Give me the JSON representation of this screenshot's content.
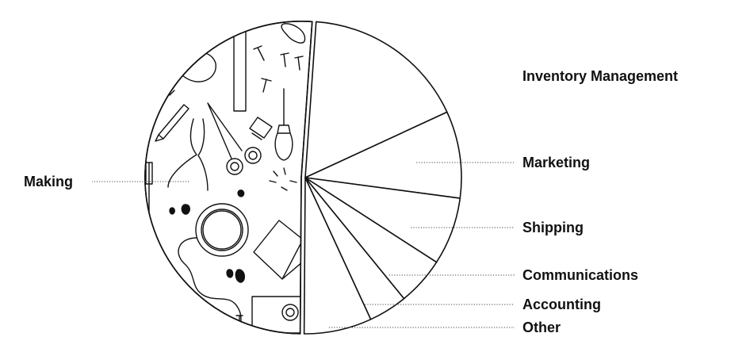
{
  "chart_data": {
    "type": "pie",
    "title": "",
    "start_angle_deg": -86,
    "categories": [
      "Inventory Management",
      "Marketing",
      "Shipping",
      "Communications",
      "Accounting",
      "Other",
      "Making"
    ],
    "values": [
      17,
      9,
      7,
      5,
      4,
      7,
      51
    ],
    "exploded": "Making",
    "legend": "none",
    "grid": false
  }
}
